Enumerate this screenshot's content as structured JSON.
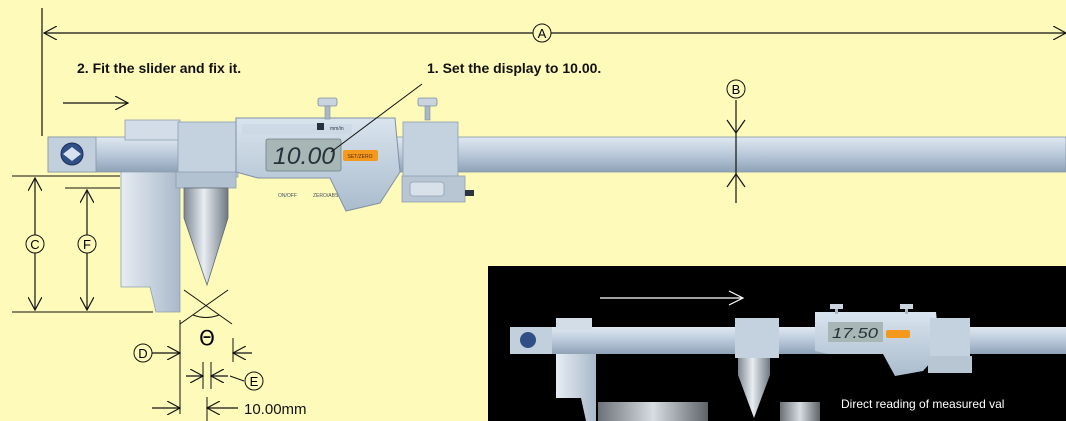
{
  "instructions": {
    "step1": "1. Set the display to 10.00.",
    "step2": "2. Fit the slider and fix it."
  },
  "dimension_letters": [
    "A",
    "B",
    "C",
    "D",
    "E",
    "F"
  ],
  "angle_symbol": "Θ",
  "offset_label": "10.00mm",
  "display_reading": "10.00",
  "inset_display_reading": "17.50",
  "inset_caption": "Direct reading of measured val",
  "colors": {
    "background": "#fefab9",
    "steel": "#b9c9da",
    "display": "#c7d6e4",
    "button": "#f39a1e",
    "inset_bg": "#000000"
  }
}
